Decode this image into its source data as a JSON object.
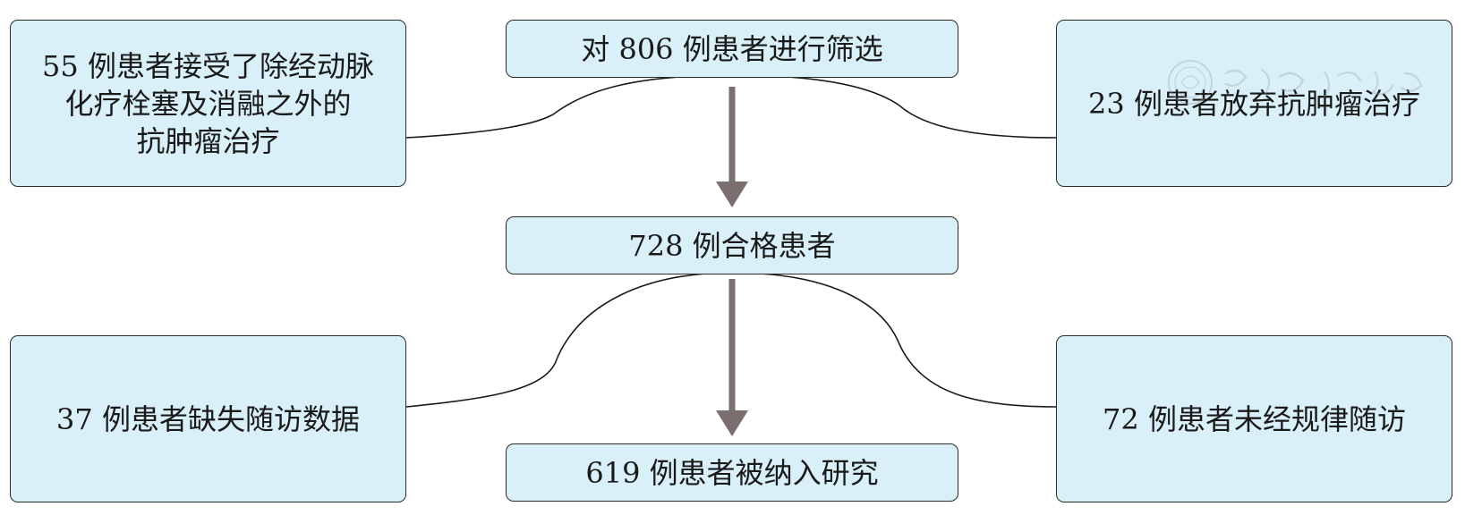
{
  "colors": {
    "box_fill": "#d9f0f8",
    "box_border": "#2b2b2b",
    "arrow": "#7a6e6e",
    "connector": "#1a1a1a"
  },
  "nodes": {
    "screened": "对 806 例患者进行筛选",
    "eligible": "728 例合格患者",
    "included": "619 例患者被纳入研究",
    "excl_other_treatment": [
      "55 例患者接受了除经动脉",
      "化疗栓塞及消融之外的",
      "抗肿瘤治疗"
    ],
    "excl_abandoned": "23 例患者放弃抗肿瘤治疗",
    "excl_missing_followup": "37 例患者缺失随访数据",
    "excl_irregular_followup": "72 例患者未经规律随访"
  },
  "watermark": {
    "icon": "seal-icon"
  }
}
